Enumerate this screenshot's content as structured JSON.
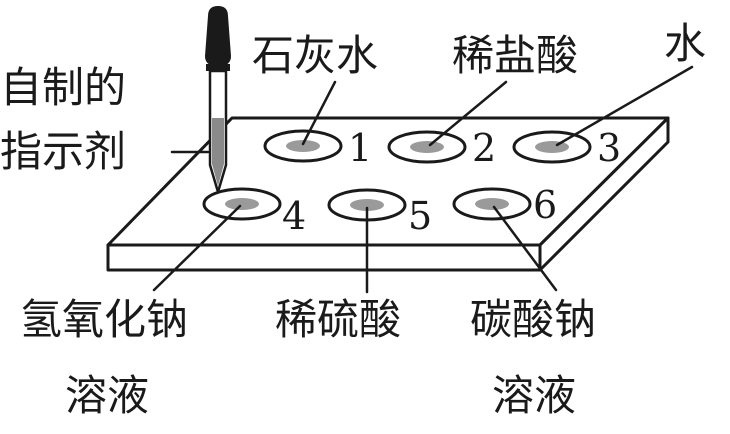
{
  "colors": {
    "stroke": "#1a1a1a",
    "well_fill": "#ffffff",
    "liquid": "#9a9a9a",
    "dropper_bulb": "#1a1a1a",
    "dropper_liquid": "#8a8a8a"
  },
  "indicator": {
    "line1": "自制的",
    "line2": "指示剂"
  },
  "wells": [
    {
      "number": "1",
      "label": "石灰水"
    },
    {
      "number": "2",
      "label": "稀盐酸"
    },
    {
      "number": "3",
      "label": "水"
    },
    {
      "number": "4",
      "label_line1": "氢氧化钠",
      "label_line2": "溶液"
    },
    {
      "number": "5",
      "label": "稀硫酸"
    },
    {
      "number": "6",
      "label_line1": "碳酸钠",
      "label_line2": "溶液"
    }
  ]
}
